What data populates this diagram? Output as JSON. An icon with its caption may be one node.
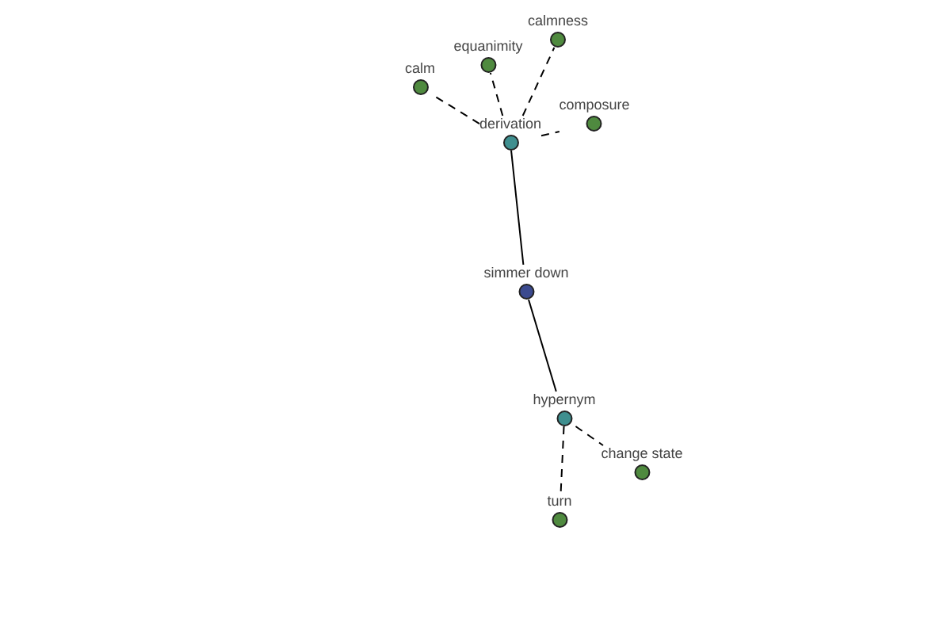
{
  "diagram": {
    "nodes": [
      {
        "text": [
          "calmness"
        ]
      },
      {
        "text": [
          "equanimity"
        ]
      },
      {
        "text": [
          "calm"
        ]
      },
      {
        "text": [
          "composure"
        ]
      },
      {
        "text": [
          "derivation"
        ]
      },
      {
        "text": [
          "simmer down"
        ]
      },
      {
        "text": [
          "hypernym"
        ]
      },
      {
        "text": [
          "change state"
        ]
      },
      {
        "text": [
          "turn"
        ]
      }
    ],
    "edges": [
      {
        "from": 4,
        "to": 2,
        "arrow": "none",
        "style": "dashed"
      },
      {
        "from": 4,
        "to": 1,
        "arrow": "none",
        "style": "dashed"
      },
      {
        "from": 4,
        "to": 0,
        "arrow": "none",
        "style": "dashed"
      },
      {
        "from": 4,
        "to": 3,
        "arrow": "none",
        "style": "dashed"
      },
      {
        "from": 5,
        "to": 4,
        "arrow": "none"
      },
      {
        "from": 5,
        "to": 6,
        "arrow": "none"
      },
      {
        "from": 6,
        "to": 7,
        "arrow": "none",
        "style": "dashed"
      },
      {
        "from": 6,
        "to": 8,
        "arrow": "none",
        "style": "dashed"
      }
    ]
  }
}
